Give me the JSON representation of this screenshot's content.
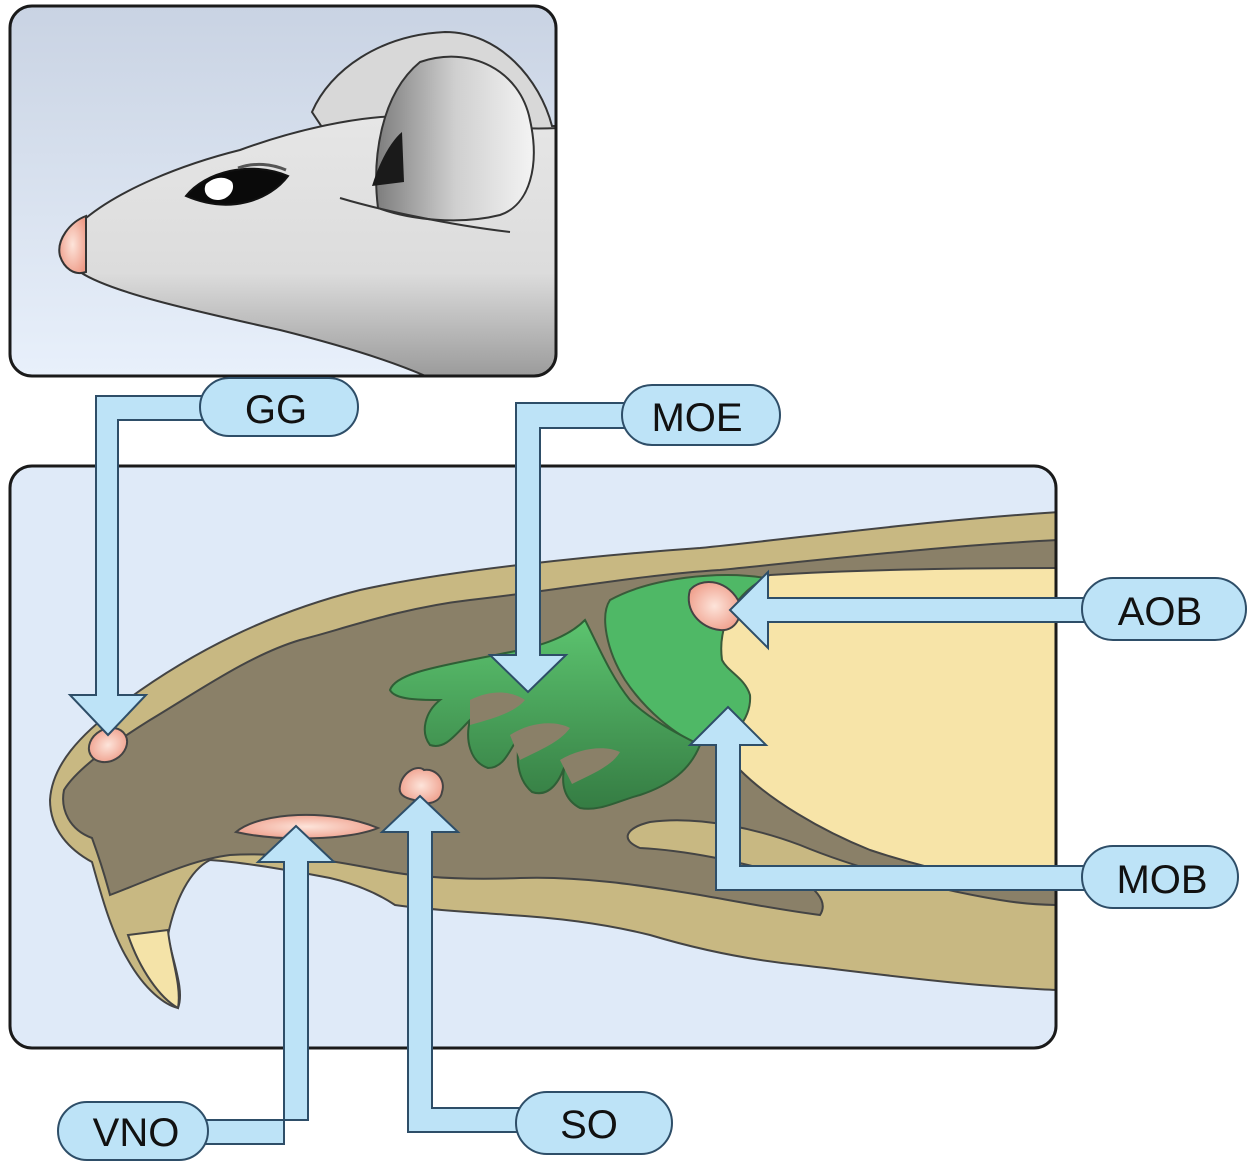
{
  "labels": {
    "gg": "GG",
    "moe": "MOE",
    "aob": "AOB",
    "mob": "MOB",
    "vno": "VNO",
    "so": "SO"
  },
  "colors": {
    "panel_background": "#dfeaf8",
    "arrow_fill": "#bde3f7",
    "outline": "#1f2d3a",
    "skull_bone": "#c8b882",
    "nasal_cavity": "#8a8068",
    "brain": "#f7e4a8",
    "olfactory_epithelium": "#4fb866",
    "olfactory_bulb_dark": "#3d8a4c",
    "organ_pink": "#f2a898",
    "mouse_fur": "#e0e0e0"
  }
}
